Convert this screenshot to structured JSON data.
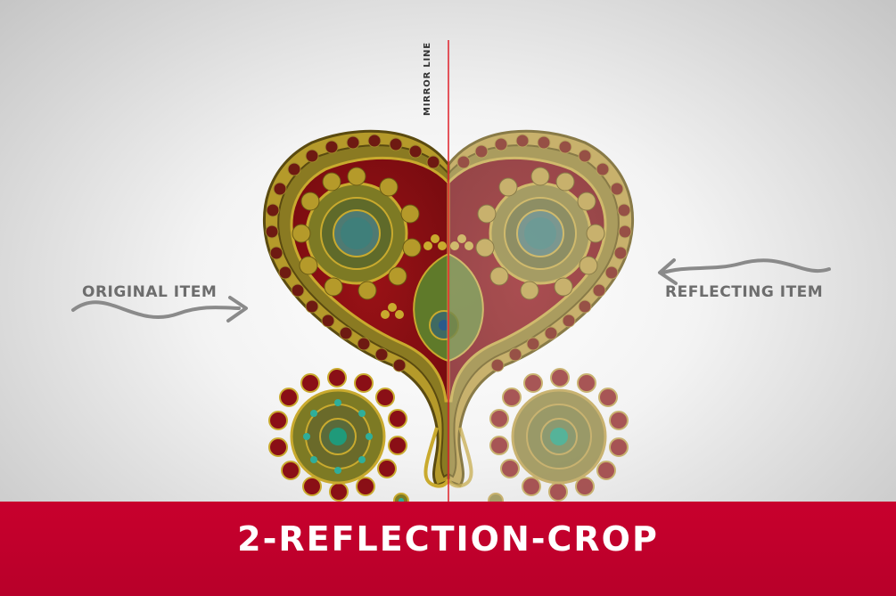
{
  "labels": {
    "mirror_line": "MIRROR LINE",
    "original_item": "ORIGINAL ITEM",
    "reflecting_item": "REFLECTING ITEM"
  },
  "banner": {
    "title": "2-REFLECTION-CROP"
  },
  "colors": {
    "banner": "#c8002d",
    "mirror_line": "#e0202a",
    "ornament_red": "#8a0f16",
    "ornament_gold": "#b59a2a",
    "ornament_olive": "#7d7a24",
    "ornament_teal": "#2f9a8a",
    "label_gray": "#6d6d6d"
  }
}
